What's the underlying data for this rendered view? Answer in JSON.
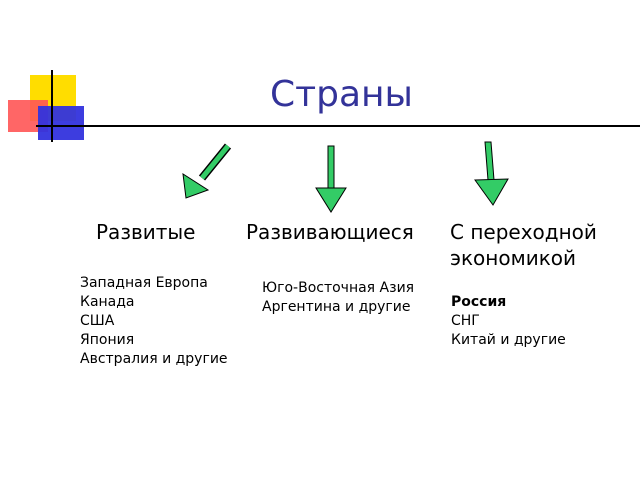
{
  "title": "Страны",
  "colors": {
    "title": "#333399",
    "arrow": "#33CC66",
    "logo_yellow": "#FFDD00",
    "logo_red": "#FF5555",
    "logo_blue": "#3333DD"
  },
  "categories": [
    {
      "label": "Развитые",
      "items": [
        "Западная Европа",
        "Канада",
        "США",
        "Япония",
        "Австралия и другие"
      ]
    },
    {
      "label": "Развивающиеся",
      "items": [
        "Юго-Восточная Азия",
        "Аргентина и другие"
      ]
    },
    {
      "label_line1": "С переходной",
      "label_line2": "экономикой",
      "items": [
        "Россия",
        "СНГ",
        "Китай и другие"
      ]
    }
  ]
}
